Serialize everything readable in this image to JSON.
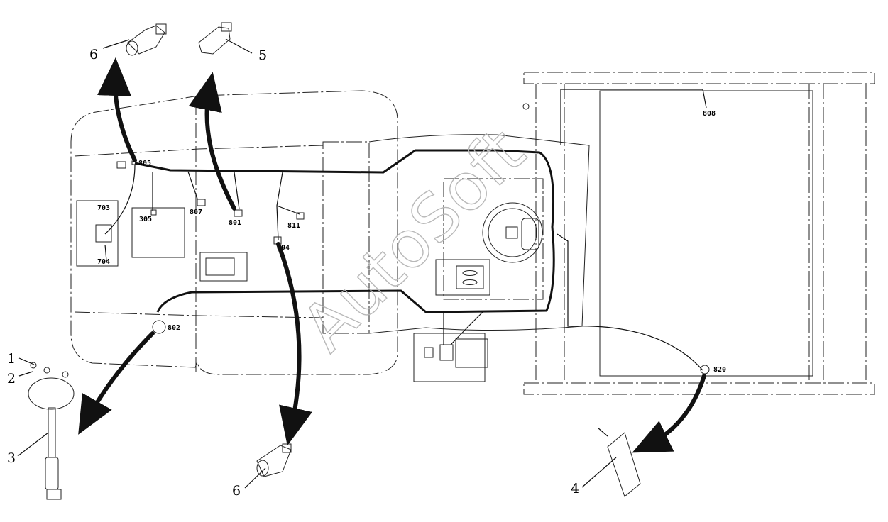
{
  "watermark": "AutoSoft",
  "connector_labels": [
    "805",
    "703",
    "704",
    "305",
    "807",
    "801",
    "811",
    "804",
    "802",
    "808",
    "820"
  ],
  "callouts": [
    "1",
    "2",
    "3",
    "4",
    "5",
    "6",
    "6"
  ],
  "colors": {
    "line": "#111111",
    "watermark": "#b8b8b8",
    "background": "#ffffff"
  }
}
